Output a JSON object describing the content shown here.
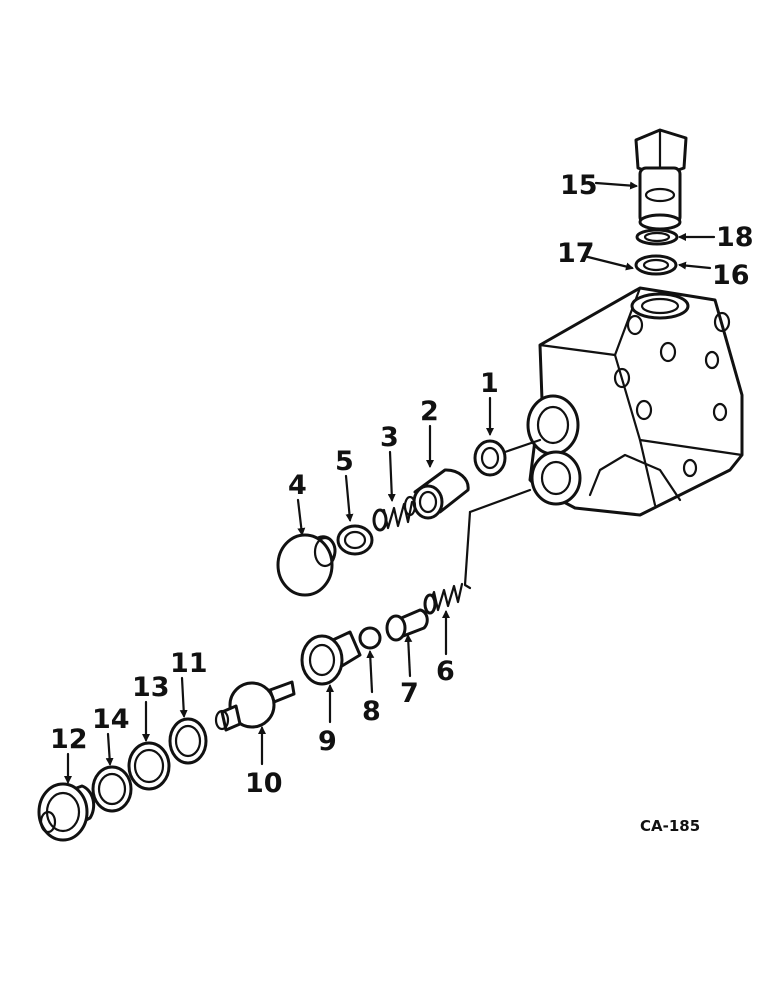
{
  "diagram": {
    "drawing_code": "CA-185",
    "callouts": [
      {
        "id": "1",
        "label": "1"
      },
      {
        "id": "2",
        "label": "2"
      },
      {
        "id": "3",
        "label": "3"
      },
      {
        "id": "4",
        "label": "4"
      },
      {
        "id": "5",
        "label": "5"
      },
      {
        "id": "6",
        "label": "6"
      },
      {
        "id": "7",
        "label": "7"
      },
      {
        "id": "8",
        "label": "8"
      },
      {
        "id": "9",
        "label": "9"
      },
      {
        "id": "10",
        "label": "10"
      },
      {
        "id": "11",
        "label": "11"
      },
      {
        "id": "12",
        "label": "12"
      },
      {
        "id": "13",
        "label": "13"
      },
      {
        "id": "14",
        "label": "14"
      },
      {
        "id": "15",
        "label": "15"
      },
      {
        "id": "16",
        "label": "16"
      },
      {
        "id": "17",
        "label": "17"
      },
      {
        "id": "18",
        "label": "18"
      }
    ]
  }
}
